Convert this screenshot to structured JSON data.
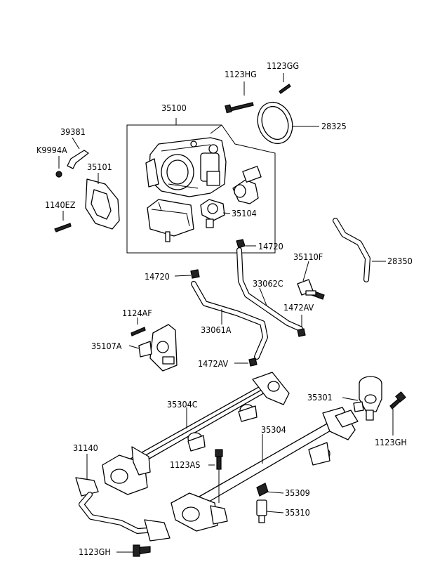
{
  "labels": {
    "p1123HG": "1123HG",
    "p1123GG": "1123GG",
    "p35100": "35100",
    "p28325": "28325",
    "p39381": "39381",
    "pK9994A": "K9994A",
    "p35101": "35101",
    "p1140EZ": "1140EZ",
    "p35104": "35104",
    "p14720a": "14720",
    "p35110F": "35110F",
    "p28350": "28350",
    "p14720b": "14720",
    "p33062C": "33062C",
    "p1472AVa": "1472AV",
    "p1124AF": "1124AF",
    "p33061A": "33061A",
    "p35107A": "35107A",
    "p1472AVb": "1472AV",
    "p35304C": "35304C",
    "p35301": "35301",
    "p35304": "35304",
    "p1123GHa": "1123GH",
    "p31140": "31140",
    "p1123AS": "1123AS",
    "p35309": "35309",
    "p35310": "35310",
    "p1123GHb": "1123GH"
  }
}
